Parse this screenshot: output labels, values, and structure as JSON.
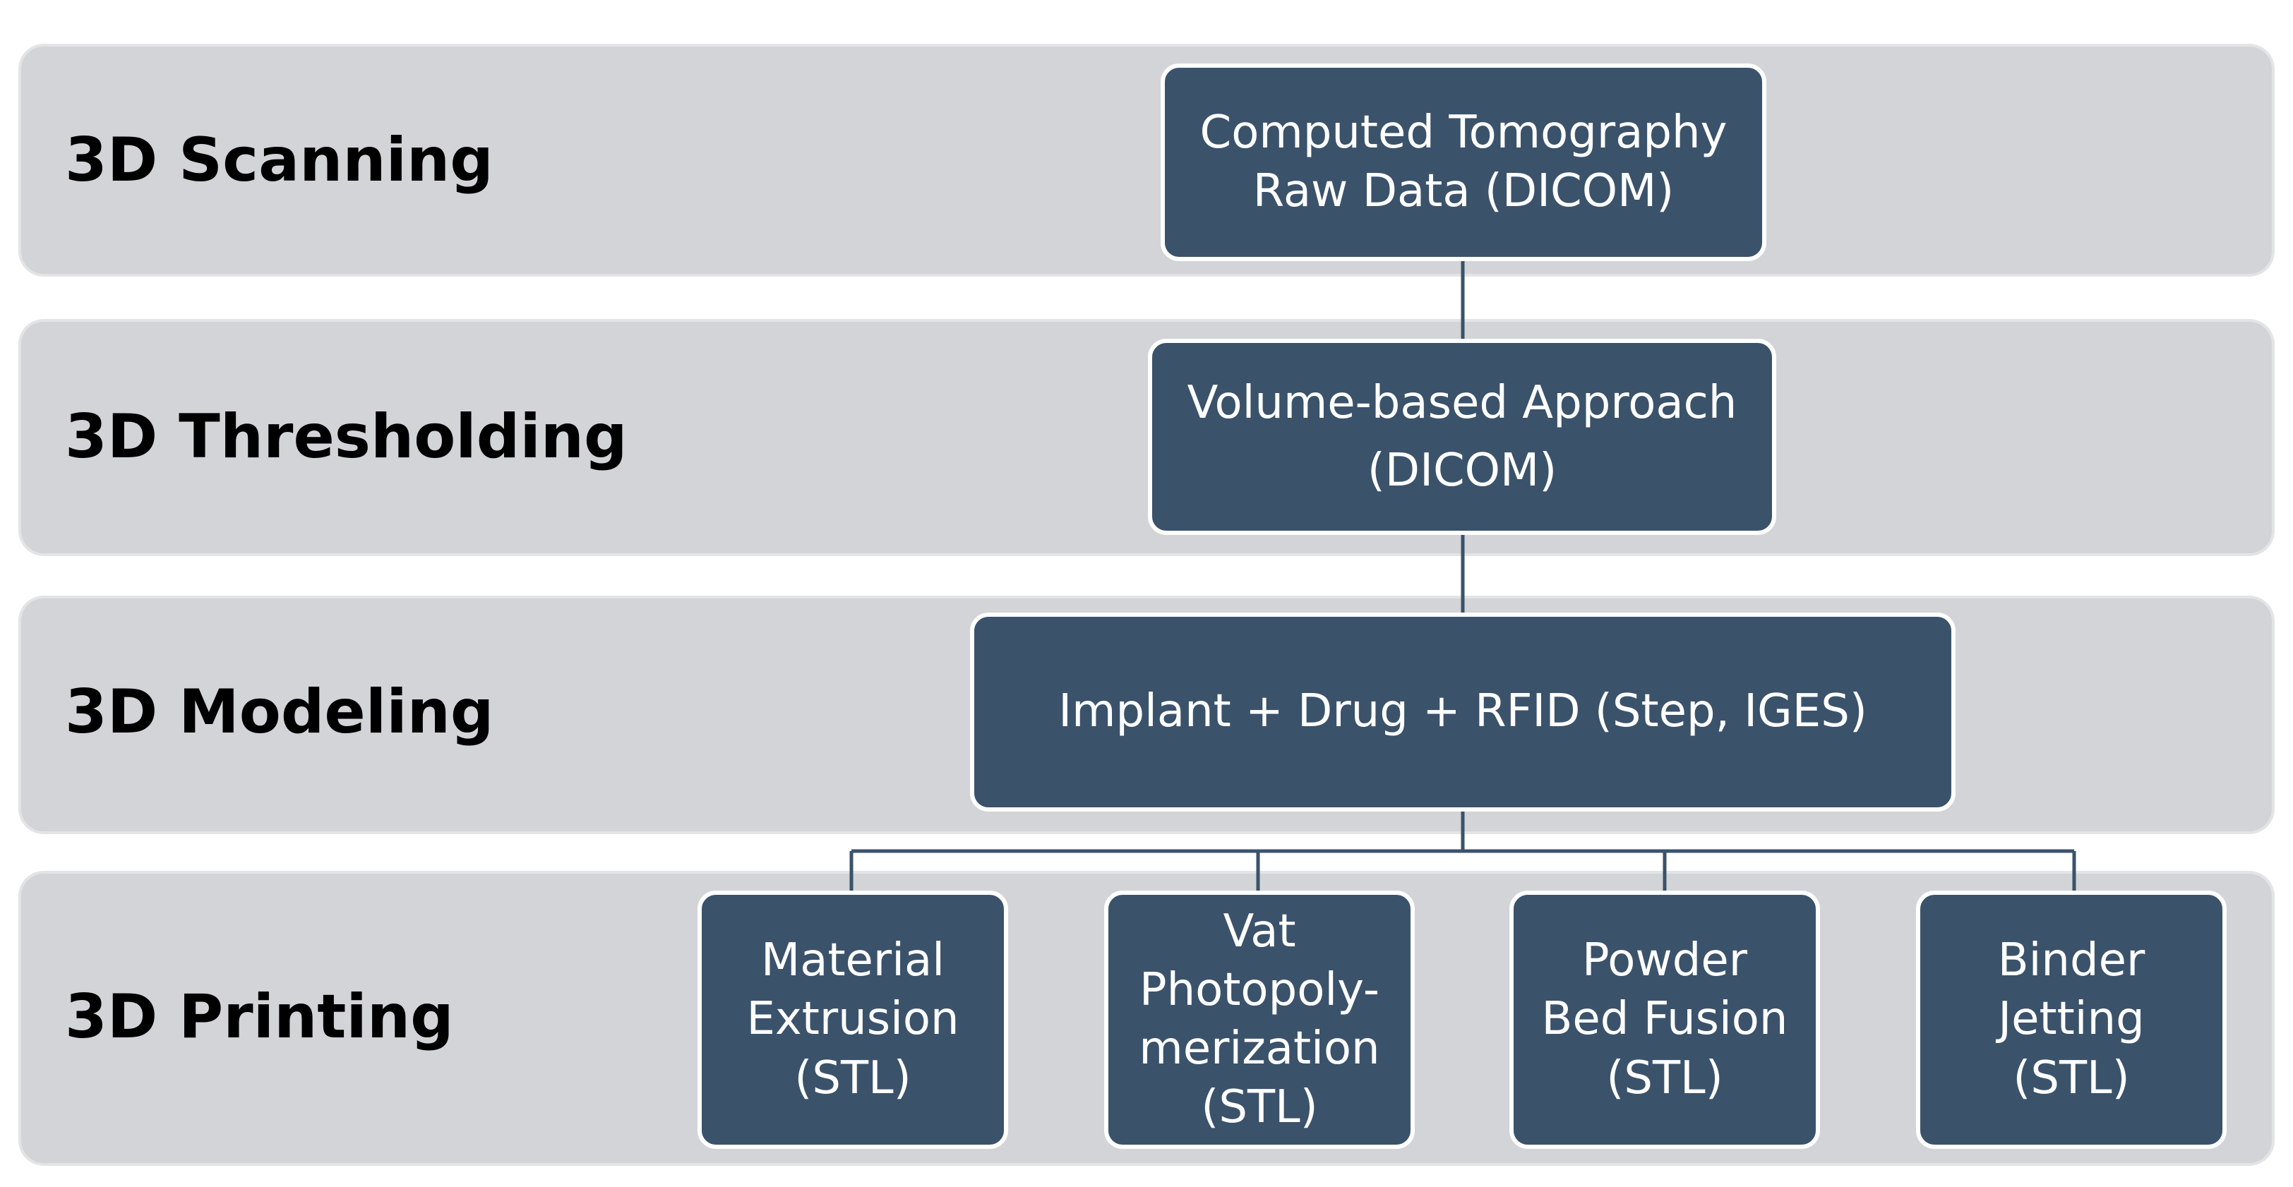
{
  "stages": [
    {
      "label": "3D Scanning"
    },
    {
      "label": "3D Thresholding"
    },
    {
      "label": "3D Modeling"
    },
    {
      "label": "3D Printing"
    }
  ],
  "nodes": {
    "ct": "Computed Tomography\nRaw Data (DICOM)",
    "volume": "Volume-based Approach\n(DICOM)",
    "model": "Implant + Drug + RFID (Step, IGES)",
    "printing": [
      "Material\nExtrusion\n(STL)",
      "Vat\nPhotopoly-\nmerization\n(STL)",
      "Powder\nBed Fusion\n(STL)",
      "Binder\nJetting\n(STL)"
    ]
  },
  "colors": {
    "band": "#d2d4d7",
    "node": "#3b526b",
    "connector": "#3b526b",
    "label": "#000000"
  }
}
